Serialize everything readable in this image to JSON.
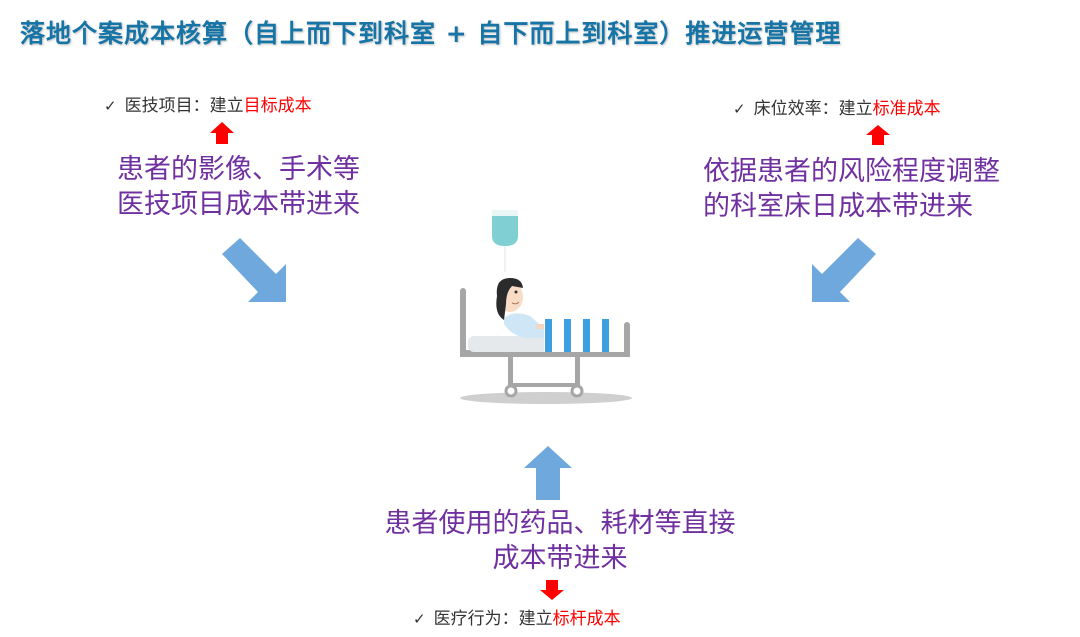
{
  "title": "落地个案成本核算（自上而下到科室 + 自下而上到科室）推进运营管理",
  "colors": {
    "title": "#1675a6",
    "description_text": "#7030a0",
    "highlight": "#ff0000",
    "flow_arrow": "#6fa8dc",
    "bed_frame": "#a6a6a6",
    "blanket_stripe": "#3d9ee0",
    "iv_fluid": "#7fcfd3"
  },
  "blocks": {
    "left": {
      "check_icon": "check-icon",
      "label": "医技项目：建立",
      "highlight": "目标成本",
      "description": [
        "患者的影像、手术等",
        "医技项目成本带进来"
      ],
      "arrow_direction": "down-right"
    },
    "right": {
      "check_icon": "check-icon",
      "label": "床位效率：建立",
      "highlight": "标准成本",
      "description": [
        "依据患者的风险程度调整",
        "的科室床日成本带进来"
      ],
      "arrow_direction": "down-left"
    },
    "bottom": {
      "check_icon": "check-icon",
      "label": "医疗行为：建立",
      "highlight": "标杆成本",
      "description": [
        "患者使用的药品、耗材等直接",
        "成本带进来"
      ],
      "arrow_direction": "up"
    }
  },
  "center_illustration": "patient-in-hospital-bed-with-iv",
  "check_glyph": "✓"
}
